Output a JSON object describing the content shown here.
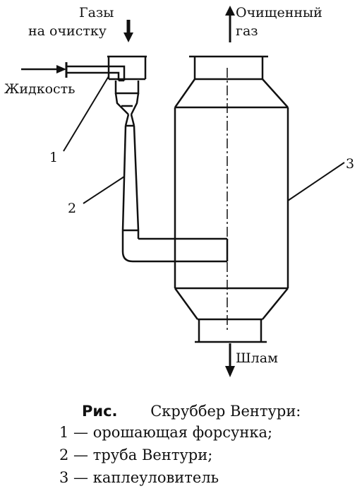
{
  "labels": {
    "gas_in_line1": "Газы",
    "gas_in_line2": "на очистку",
    "liquid": "Жидкость",
    "clean_gas_line1": "Очищенный",
    "clean_gas_line2": "газ",
    "sludge": "Шлам",
    "callout_1": "1",
    "callout_2": "2",
    "callout_3": "3"
  },
  "caption": {
    "prefix": "Рис.",
    "title": "Скруббер Вентури:",
    "items": [
      "1 — орошающая форсунка;",
      "2 — труба Вентури;",
      "3 — каплеуловитель"
    ]
  }
}
